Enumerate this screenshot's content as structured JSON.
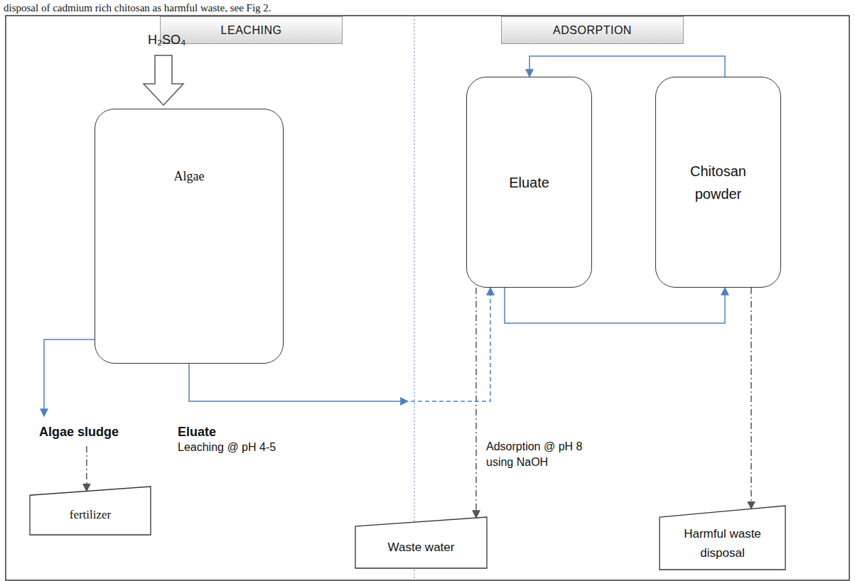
{
  "diagram": {
    "nodes": [
      {
        "text": [
          "LEACHING"
        ]
      },
      {
        "text": [
          "ADSORPTION"
        ]
      },
      {
        "text": [
          "Algae"
        ]
      },
      {
        "text": [
          "Eluate"
        ]
      },
      {
        "text": [
          "Chitosan powder"
        ]
      },
      {
        "text": [
          "fertilizer"
        ]
      },
      {
        "text": [
          "Waste water"
        ]
      },
      {
        "text": [
          "Harmful waste disposal"
        ]
      }
    ],
    "edges": [
      {
        "from": 2,
        "to": 5,
        "arrow": "to"
      },
      {
        "from": 2,
        "to": 3,
        "arrow": "to"
      },
      {
        "from": 3,
        "to": 4,
        "arrow": "to"
      },
      {
        "from": 4,
        "to": 3,
        "arrow": "to"
      },
      {
        "from": 3,
        "to": 6,
        "arrow": "to"
      },
      {
        "from": 4,
        "to": 7,
        "arrow": "to"
      }
    ],
    "labels": [
      "disposal of cadmium rich chitosan as harmful waste, see Fig 2.",
      "H₂SO₄",
      "Algae sludge",
      "Eluate",
      "Leaching @ pH 4-5",
      "Adsorption @ pH 8 using NaOH"
    ]
  }
}
